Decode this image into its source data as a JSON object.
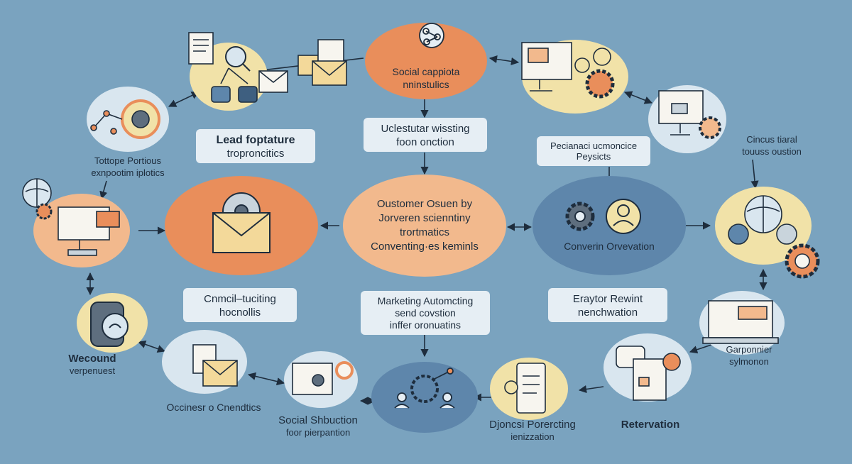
{
  "colors": {
    "background": "#7aa3bf",
    "orange": "#e98e5b",
    "light_orange": "#f2b98d",
    "yellow": "#f1e2a8",
    "pale": "#d9e6ef",
    "slate": "#5e86ab",
    "box": "#e6eef4",
    "ink": "#1e2d3d"
  },
  "nodes": {
    "social_capital": {
      "line1": "Social cappiota",
      "line2": "nninstulics"
    },
    "customer_center": {
      "line1": "Oustomer Osuen by",
      "line2": "Jorveren scienntiny",
      "line3": "trortmatics",
      "line4": "Conventing·es keminls"
    },
    "conversion": {
      "line1": "Converin Orvevation"
    }
  },
  "boxes": {
    "lead": {
      "line1": "Lead foptature",
      "line2": "troproncitics"
    },
    "visiting": {
      "line1": "Uclestutar wissting",
      "line2": "foon onction"
    },
    "pecianaci": {
      "line1": "Pecianaci ucmoncice",
      "line2": "Peysicts"
    },
    "cnmcil": {
      "line1": "Cnmcil–tuciting",
      "line2": "hocnollis"
    },
    "marketing": {
      "line1": "Marketing Automcting",
      "line2": "send covstion",
      "line3": "inffer oronuatins"
    },
    "eraytor": {
      "line1": "Eraytor Rewint",
      "line2": "nenchwation"
    }
  },
  "labels": {
    "tottope": {
      "line1": "Tottope Portious",
      "line2": "exnpootim iplotics"
    },
    "cincus": {
      "line1": "Cincus tiaral",
      "line2": "touuss oustion"
    },
    "wecound": {
      "line1": "Wecound",
      "line2": "verpenuest"
    },
    "gappionner": {
      "line1": "Garponnier",
      "line2": "sylmonon"
    },
    "occinesr": {
      "line1": "Occinesr o Cnendtics"
    },
    "social_shbuction": {
      "line1": "Social Shbuction",
      "line2": "foor pierpantion"
    },
    "djoncsi": {
      "line1": "Djoncsi Porercting",
      "line2": "ienizzation"
    },
    "retervation": {
      "line1": "Retervation"
    }
  },
  "icons": [
    "document-icon",
    "magnifier-icon",
    "users-icon",
    "envelope-icon",
    "network-icon",
    "monitor-icon",
    "gear-icon",
    "person-icon",
    "globe-icon",
    "chat-icon",
    "mobile-icon",
    "shield-icon",
    "at-sign-icon"
  ]
}
